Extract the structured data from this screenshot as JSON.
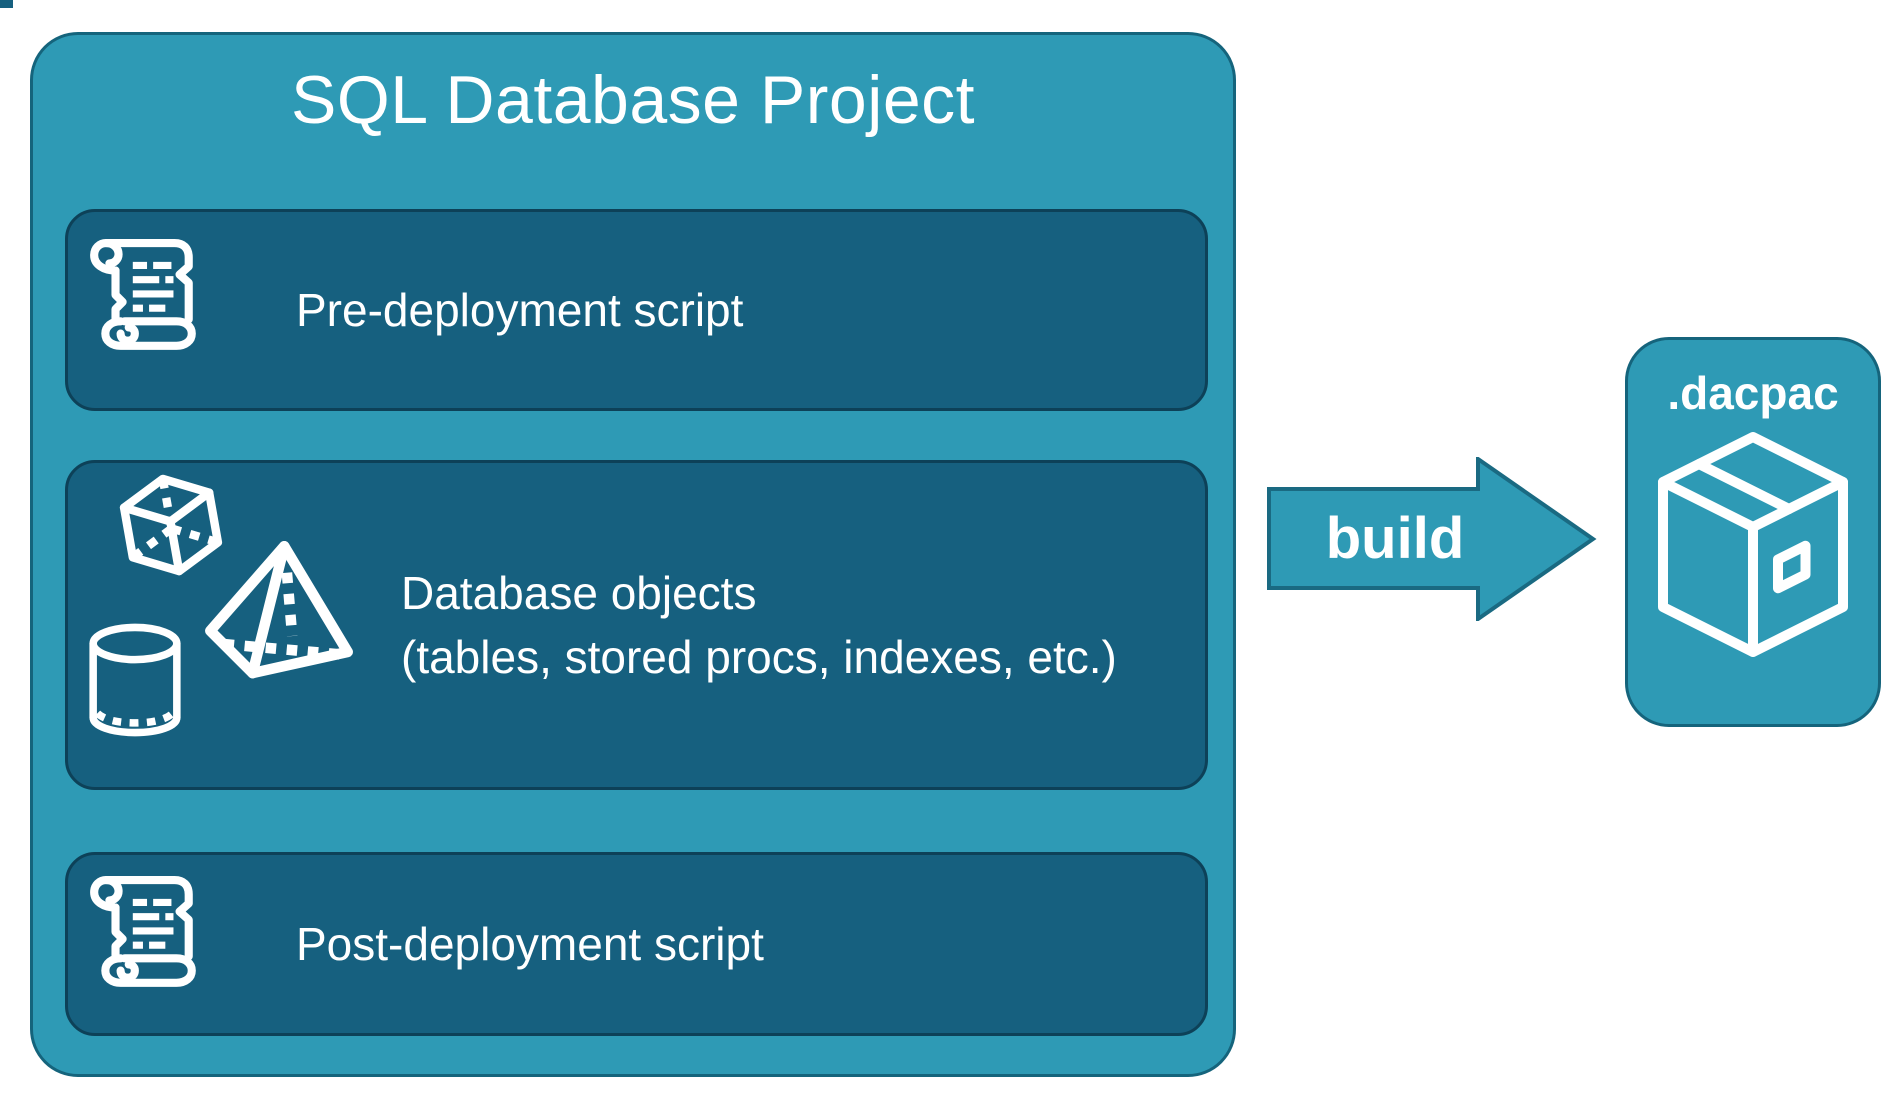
{
  "diagram": {
    "project_box": {
      "title": "SQL Database Project",
      "items": [
        {
          "id": "pre-deployment",
          "label": "Pre-deployment script",
          "icon": "scroll-icon"
        },
        {
          "id": "database-objects",
          "label_line1": "Database objects",
          "label_line2": "(tables, stored procs, indexes, etc.)",
          "icons": [
            "cube-icon",
            "pyramid-icon",
            "cylinder-icon"
          ]
        },
        {
          "id": "post-deployment",
          "label": "Post-deployment script",
          "icon": "scroll-icon"
        }
      ]
    },
    "arrow": {
      "label": "build",
      "direction": "right"
    },
    "output_box": {
      "title": ".dacpac",
      "icon": "package-icon"
    },
    "colors": {
      "teal_fill": "#2E9AB5",
      "teal_border": "#15647C",
      "dark_fill": "#16607F",
      "dark_border": "#0D4158",
      "arrow_border": "#1A6A82",
      "text": "#FFFFFF",
      "background": "#FFFFFF"
    }
  }
}
